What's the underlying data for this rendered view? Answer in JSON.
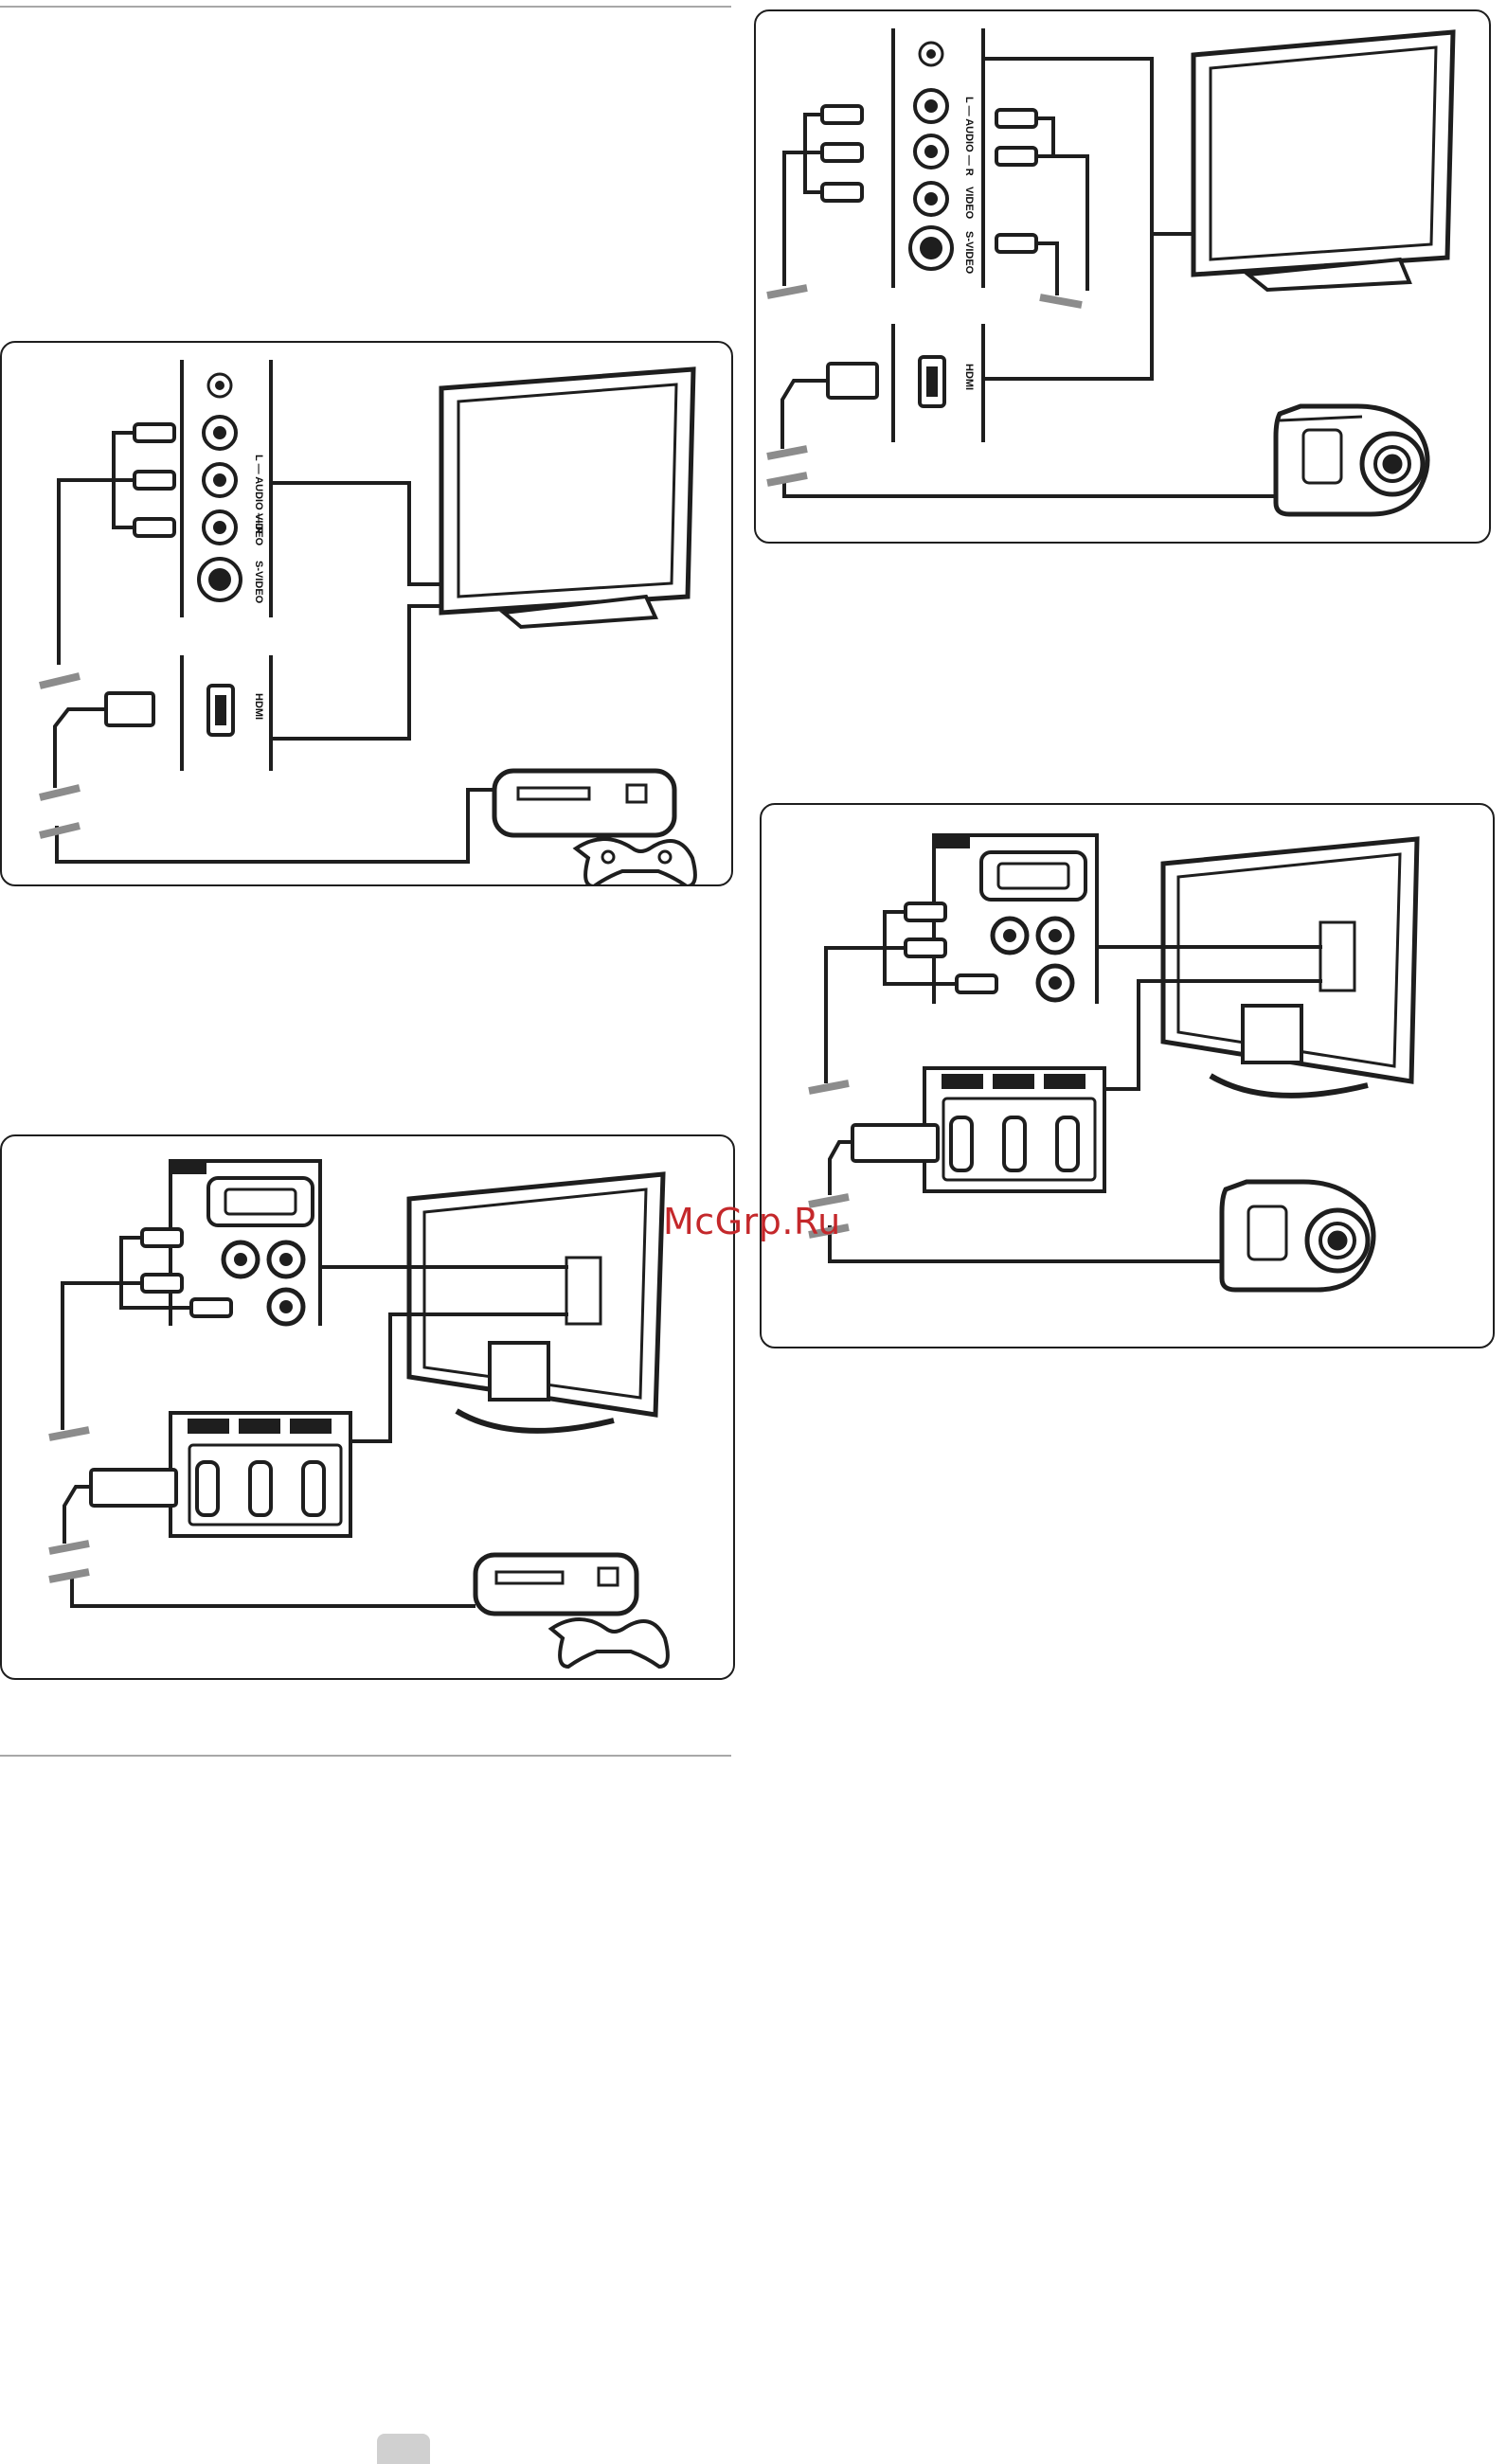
{
  "watermark": {
    "text": "McGrp.Ru",
    "color": "#c4282b"
  },
  "panels": {
    "game_side_connectors": {
      "labels": {
        "audio": "L — AUDIO — R",
        "video": "VIDEO",
        "svideo": "S-VIDEO",
        "hdmi": "HDMI"
      },
      "device": "game-console"
    },
    "camcorder_side_connectors": {
      "labels": {
        "audio": "L — AUDIO — R",
        "video": "VIDEO",
        "svideo": "S-VIDEO",
        "hdmi": "HDMI"
      },
      "device": "camcorder"
    },
    "game_rear_connectors": {
      "device": "game-console"
    },
    "camcorder_rear_connectors": {
      "device": "camcorder"
    }
  },
  "colors": {
    "line": "#1e1e1e",
    "cable_end": "#8c8c8c",
    "rule": "#a8a8a8"
  }
}
